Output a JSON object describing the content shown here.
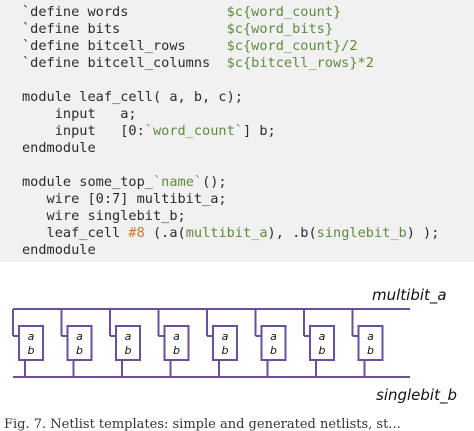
{
  "code": {
    "lines": [
      [
        {
          "t": "`define words            ",
          "c": "gray"
        },
        {
          "t": "$c{word_count}",
          "c": "green"
        }
      ],
      [
        {
          "t": "`define bits             ",
          "c": "gray"
        },
        {
          "t": "$c{word_bits}",
          "c": "green"
        }
      ],
      [
        {
          "t": "`define bitcell_rows     ",
          "c": "gray"
        },
        {
          "t": "$c{word_count}/2",
          "c": "green"
        }
      ],
      [
        {
          "t": "`define bitcell_columns  ",
          "c": "gray"
        },
        {
          "t": "$c{bitcell_rows}*2",
          "c": "green"
        }
      ],
      [],
      [
        {
          "t": "module leaf_cell( a, b, c);",
          "c": "gray"
        }
      ],
      [
        {
          "t": "    input   a;",
          "c": "gray"
        }
      ],
      [
        {
          "t": "    input   [0:",
          "c": "gray"
        },
        {
          "t": "`word_count`",
          "c": "green"
        },
        {
          "t": "] b;",
          "c": "gray"
        }
      ],
      [
        {
          "t": "endmodule",
          "c": "gray"
        }
      ],
      [],
      [
        {
          "t": "module some_top_",
          "c": "gray"
        },
        {
          "t": "`name`",
          "c": "green"
        },
        {
          "t": "();",
          "c": "gray"
        }
      ],
      [
        {
          "t": "   wire [0:7] multibit_a;",
          "c": "gray"
        }
      ],
      [
        {
          "t": "   wire singlebit_b;",
          "c": "gray"
        }
      ],
      [
        {
          "t": "   leaf_cell ",
          "c": "gray"
        },
        {
          "t": "#8",
          "c": "orange"
        },
        {
          "t": " (.a(",
          "c": "gray"
        },
        {
          "t": "multibit_a",
          "c": "green"
        },
        {
          "t": "), .b(",
          "c": "gray"
        },
        {
          "t": "singlebit_b",
          "c": "green"
        },
        {
          "t": ") );",
          "c": "gray"
        }
      ],
      [
        {
          "t": "endmodule",
          "c": "gray"
        }
      ]
    ]
  },
  "diagram": {
    "top_bus_label": "multibit_a",
    "bottom_bus_label": "singlebit_b",
    "cell_count": 8,
    "cell_port_a": "a",
    "cell_port_b": "b"
  },
  "caption": {
    "text": "Fig. 7. Netlist templates: simple and generated netlists, st..."
  },
  "colors": {
    "code_background": "#f1f1f1",
    "code_text": "#2b2b2b",
    "code_string": "#5f8b3b",
    "code_param": "#cc7a2c",
    "diagram_stroke": "#6a4f9c"
  }
}
